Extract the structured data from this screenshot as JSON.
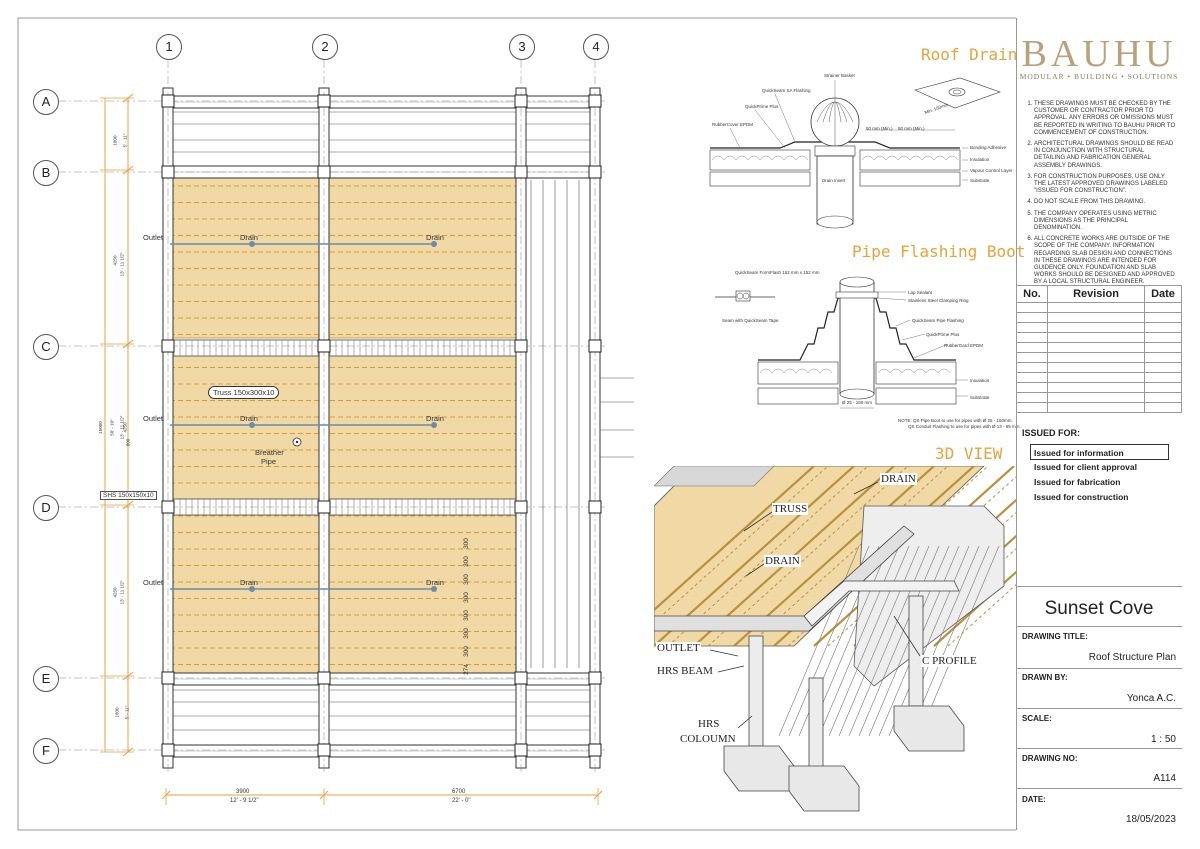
{
  "company": {
    "name": "BAUHU",
    "tagline": "MODULAR • BUILDING • SOLUTIONS"
  },
  "notes": [
    "THESE DRAWINGS MUST BE CHECKED BY THE CUSTOMER OR CONTRACTOR PRIOR TO APPROVAL. ANY ERRORS OR OMISSIONS MUST BE REPORTED IN WRITING TO BAUHU PRIOR TO COMMENCEMENT OF CONSTRUCTION.",
    "ARCHITECTURAL DRAWINGS SHOULD BE READ IN CONJUNCTION WITH STRUCTURAL DETAILING AND FABRICATION GENERAL ASSEMBLY DRAWINGS.",
    "FOR CONSTRUCTION PURPOSES, USE ONLY THE LATEST APPROVED DRAWINGS LABELED \"ISSUED FOR CONSTRUCTION\".",
    "DO NOT SCALE FROM THIS DRAWING.",
    "THE COMPANY OPERATES USING METRIC DIMENSIONS AS THE PRINCIPAL DENOMINATION.",
    "ALL CONCRETE WORKS ARE OUTSIDE OF THE SCOPE OF THE COMPANY. INFORMATION REGARDING SLAB DESIGN AND CONNECTIONS IN THESE DRAWINGS ARE INTENDED FOR GUIDENCE ONLY. FOUNDATION AND SLAB WORKS SHOULD BE DESIGNED AND APPROVED BY A LOCAL STRUCTURAL ENGINEER."
  ],
  "revision_table": {
    "headers": [
      "No.",
      "Revision",
      "Date"
    ]
  },
  "issued_for": {
    "heading": "ISSUED FOR:",
    "options": [
      "Issued for information",
      "Issued for client approval",
      "Issued for fabrication",
      "Issued for construction"
    ],
    "selected": "Issued for information"
  },
  "project_name": "Sunset Cove",
  "drawing_title": {
    "label": "DRAWING TITLE:",
    "value": "Roof Structure Plan"
  },
  "drawn_by": {
    "label": "DRAWN BY:",
    "value": "Yonca A.C."
  },
  "scale": {
    "label": "SCALE:",
    "value": "1 : 50"
  },
  "drawing_no": {
    "label": "DRAWING NO:",
    "value": "A114"
  },
  "date": {
    "label": "DATE:",
    "value": "18/05/2023"
  },
  "sections": {
    "roof_drain": "Roof Drain",
    "pipe_flashing": "Pipe  Flashing Boot",
    "view3d": "3D VIEW"
  },
  "plan": {
    "grid_columns": [
      "1",
      "2",
      "3",
      "4"
    ],
    "grid_rows": [
      "A",
      "B",
      "C",
      "D",
      "E",
      "F"
    ],
    "labels": {
      "outlet": "Outlet",
      "drain": "Drain",
      "truss": "Truss 150x300x10",
      "breather": "Breather",
      "pipe": "Pipe",
      "shs": "SHS 150x150x10"
    },
    "dims_left": [
      {
        "mm": "1800",
        "imp": "5' - 11\""
      },
      {
        "mm": "4250",
        "imp": "13' - 11 1/2\""
      },
      {
        "mm": "4250",
        "imp": "13' - 11 1/2\""
      },
      {
        "mm": "4250",
        "imp": "13' - 11 1/2\""
      },
      {
        "mm": "1800",
        "imp": "5' - 11\""
      }
    ],
    "dim_total": {
      "mm": "15000",
      "imp": "50' - 10\""
    },
    "dim_total_side": "800",
    "dims_bottom": [
      {
        "mm": "3900",
        "imp": "12' - 9 1/2\""
      },
      {
        "mm": "6700",
        "imp": "22' - 0\""
      }
    ],
    "spacing": [
      "300",
      "300",
      "300",
      "300",
      "300",
      "300",
      "300",
      "274"
    ]
  },
  "roof_drain_detail": {
    "callouts": [
      "Strainer Basket",
      "QuickSeam SA Flashing",
      "QuickPrime Plus",
      "RubberCover EPDM",
      "50 mm (Min.)",
      "50 mm (Min.)",
      "Bonding Adhesive",
      "Insulation",
      "Vapour Control Layer",
      "Substrate",
      "Drain Insert",
      "Min. 150mm"
    ]
  },
  "pipe_boot_detail": {
    "callouts": [
      "QuickSeam FormFlash 152 mm x 152 mm",
      "Seam with QuickSeam Tape",
      "Lap Sealant",
      "Stainless Steel Clamping Ring",
      "QuickSeam Pipe Flashing",
      "QuickPrime Plus",
      "RubberGard EPDM",
      "Insulation",
      "Substrate",
      "Ø 25 - 150 mm"
    ],
    "note": "NOTE: QS Pipe Boot to use for pipes with Ø 25 - 150mm.",
    "note2": "QS Conduit Flashing to use for pipes with Ø 13 - 65 mm."
  },
  "view3d_labels": [
    "DRAIN",
    "TRUSS",
    "DRAIN",
    "OUTLET",
    "HRS BEAM",
    "C PROFILE",
    "HRS",
    "COLOUMN"
  ],
  "colors": {
    "accent": "#e8a33a",
    "brand": "#b8a27a",
    "timber": "#f1d9a6"
  }
}
